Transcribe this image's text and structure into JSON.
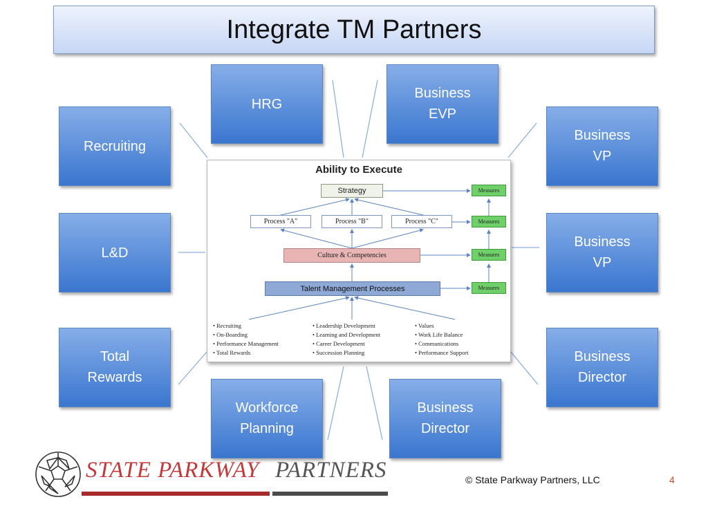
{
  "title": "Integrate TM Partners",
  "nodes": {
    "hrg": "HRG",
    "business_evp": "Business\nEVP",
    "recruiting": "Recruiting",
    "business_vp_1": "Business\nVP",
    "ld": "L&D",
    "business_vp_2": "Business\nVP",
    "total_rewards": "Total\nRewards",
    "business_director_right": "Business\nDirector",
    "workforce_planning": "Workforce\nPlanning",
    "business_director_bottom": "Business\nDirector"
  },
  "center": {
    "title": "Ability to Execute",
    "strategy": "Strategy",
    "process_a": "Process \"A\"",
    "process_b": "Process \"B\"",
    "process_c": "Process \"C\"",
    "culture": "Culture & Competencies",
    "tmp": "Talent Management Processes",
    "measures": [
      "Measures",
      "Measures",
      "Measures",
      "Measures"
    ],
    "bullets_col1": [
      "• Recruiting",
      "• On-Boarding",
      "• Performance Management",
      "• Total Rewards"
    ],
    "bullets_col2": [
      "• Leadership Development",
      "• Learning and Development",
      "• Career Development",
      "• Succession Planning"
    ],
    "bullets_col3": [
      "• Values",
      "• Work Life Balance",
      "• Communications",
      "• Performance Support"
    ]
  },
  "footer": {
    "copyright": "© State Parkway Partners, LLC",
    "page_number": "4",
    "logo_part1": "STATE PARKWAY",
    "logo_part2": "PARTNERS"
  },
  "colors": {
    "node_top": "#86aee8",
    "node_bottom": "#3a76cf",
    "logo_red": "#c23a3a",
    "logo_gray": "#555555",
    "page_number": "#d04a2a"
  }
}
